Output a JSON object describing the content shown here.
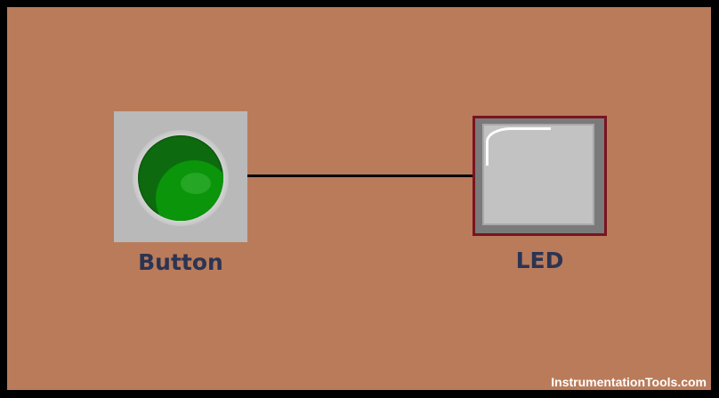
{
  "labels": {
    "button": "Button",
    "led": "LED"
  },
  "watermark": "InstrumentationTools.com",
  "colors": {
    "frame": "#000000",
    "panel": "#b97b5a",
    "button_tile": "#b9b9b9",
    "button_green": "#0e6a0e",
    "led_border": "#7a1420",
    "led_face": "#c2c2c2",
    "label_text": "#2b3453"
  },
  "icons": {
    "button": "green-push-button-icon",
    "led": "led-indicator-icon"
  }
}
